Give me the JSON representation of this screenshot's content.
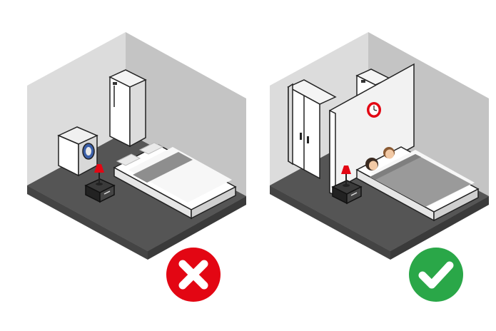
{
  "scenes": [
    {
      "id": "bad",
      "verdict": "incorrect",
      "verdict_icon": "cross-icon",
      "verdict_color": "#e30613",
      "objects": [
        "fridge",
        "washing-machine",
        "nightstand",
        "lamp",
        "double-bed",
        "pillows"
      ]
    },
    {
      "id": "good",
      "verdict": "correct",
      "verdict_icon": "check-icon",
      "verdict_color": "#2aa748",
      "objects": [
        "wardrobe",
        "partition-wall",
        "wall-clock",
        "fridge",
        "nightstand",
        "lamp",
        "double-bed",
        "two-sleeping-people"
      ]
    }
  ],
  "colors": {
    "wall": "#d0d0d0",
    "wall_dark": "#b8b8b8",
    "floor": "#333333",
    "floor_edge": "#555555",
    "bed_frame": "#ffffff",
    "bed_blanket": "#9a9a9a",
    "lamp": "#e30613",
    "clock": "#e30613"
  }
}
